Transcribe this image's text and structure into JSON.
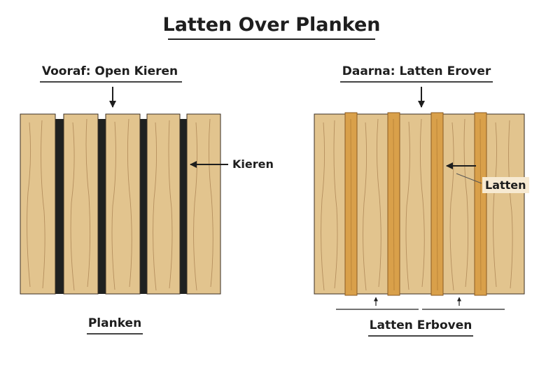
{
  "title": "Latten Over Planken",
  "before": {
    "heading": "Vooraf: Open Kieren",
    "callout": "Kieren",
    "caption": "Planken"
  },
  "after": {
    "heading": "Daarna: Latten Erover",
    "callout": "Latten",
    "caption": "Latten Erboven"
  },
  "colors": {
    "plank": "#e2c48e",
    "plank_edge": "#3a2e22",
    "grain": "#b58f5e",
    "gap": "#1f2120",
    "batten": "#d9a04a",
    "batten_edge": "#8a5a22",
    "ink": "#1e1e1e"
  }
}
